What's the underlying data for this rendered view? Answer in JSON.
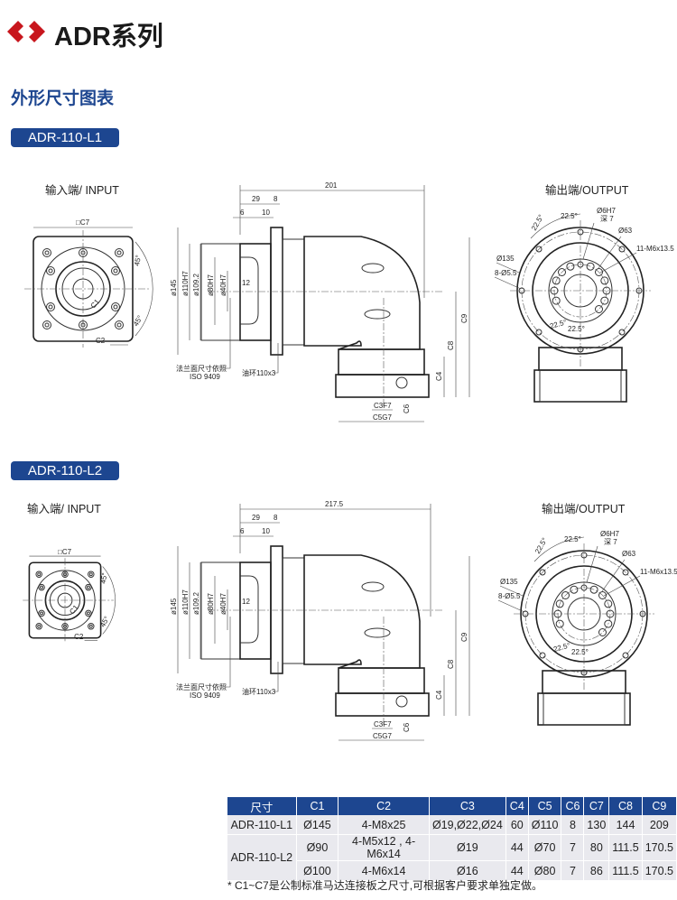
{
  "header": {
    "title": "ADR系列",
    "subtitle": "外形尺寸图表",
    "logo_color": "#c8161d",
    "accent": "#1d4690"
  },
  "sections": [
    {
      "model": "ADR-110-L1",
      "input_label": "输入端/ INPUT",
      "output_label": "输出端/OUTPUT",
      "input": {
        "c7": "□C7",
        "c1": "C1",
        "c2": "C2",
        "a1": "45°",
        "a2": "45°"
      },
      "side": {
        "overall": "201",
        "d29": "29",
        "d8": "8",
        "d6": "6",
        "d10": "10",
        "d12": "12",
        "dia145": "ø145",
        "dia110": "ø110H7",
        "dia109": "ø109.2",
        "dia80": "ø80H7",
        "dia40": "ø40H7",
        "c9": "C9",
        "c8": "C8",
        "c4": "C4",
        "c3": "C3F7",
        "c5": "C5G7",
        "c6": "C6",
        "note1": "法兰面尺寸依照",
        "note2": "ISO 9409",
        "oil": "油环110x3"
      },
      "output": {
        "a1": "22.5°",
        "a2": "22.5°",
        "pin": "Ø6H7",
        "depth": "深 7",
        "d63": "Ø63",
        "taps": "11-M6x13.5",
        "d135": "Ø135",
        "holes": "8-Ø5.5",
        "a3": "22.5°",
        "a4": "22.5°"
      }
    },
    {
      "model": "ADR-110-L2",
      "input_label": "输入端/ INPUT",
      "output_label": "输出端/OUTPUT",
      "input": {
        "c7": "□C7",
        "c1": "C1",
        "c2": "C2",
        "a1": "45°",
        "a2": "45°"
      },
      "side": {
        "overall": "217.5",
        "d29": "29",
        "d8": "8",
        "d6": "6",
        "d10": "10",
        "d12": "12",
        "dia145": "ø145",
        "dia110": "ø110H7",
        "dia109": "ø109.2",
        "dia80": "ø80H7",
        "dia40": "ø40H7",
        "c9": "C9",
        "c8": "C8",
        "c4": "C4",
        "c3": "C3F7",
        "c5": "C5G7",
        "c6": "C6",
        "note1": "法兰面尺寸依照",
        "note2": "ISO 9409",
        "oil": "油环110x3"
      },
      "output": {
        "a1": "22.5°",
        "a2": "22.5°",
        "pin": "Ø6H7",
        "depth": "深 7",
        "d63": "Ø63",
        "taps": "11-M6x13.5",
        "d135": "Ø135",
        "holes": "8-Ø5.5",
        "a3": "22.5°",
        "a4": "22.5°"
      }
    }
  ],
  "table": {
    "headers": [
      "尺寸",
      "C1",
      "C2",
      "C3",
      "C4",
      "C5",
      "C6",
      "C7",
      "C8",
      "C9"
    ],
    "rows": [
      {
        "model": "ADR-110-L1",
        "cells": [
          "Ø145",
          "4-M8x25",
          "Ø19,Ø22,Ø24",
          "60",
          "Ø110",
          "8",
          "130",
          "144",
          "209"
        ]
      },
      {
        "model": "ADR-110-L2",
        "cells": [
          "Ø90",
          "4-M5x12 , 4-M6x14",
          "Ø19",
          "44",
          "Ø70",
          "7",
          "80",
          "111.5",
          "170.5"
        ]
      },
      {
        "model": "",
        "cells": [
          "Ø100",
          "4-M6x14",
          "Ø16",
          "44",
          "Ø80",
          "7",
          "86",
          "111.5",
          "170.5"
        ]
      }
    ],
    "footnote": "* C1~C7是公制标准马达连接板之尺寸,可根据客户要求单独定做。"
  }
}
